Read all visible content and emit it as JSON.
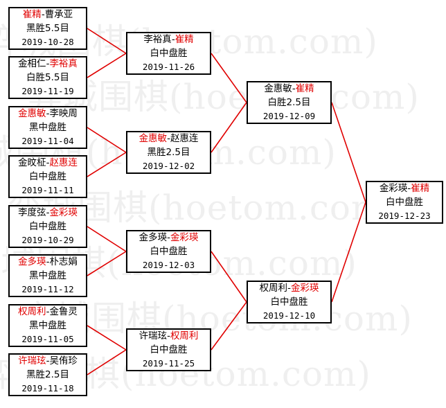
{
  "watermark": [
    "弈城围棋(hoetom.com)",
    "弈城围棋(hoetom.com)",
    "弈城围棋(hoetom.com)",
    "弈城围棋(hoetom.com)",
    "弈城围棋(hoetom.com)",
    "弈城围棋(hoetom.com)",
    "弈城围棋(hoetom.com)"
  ],
  "colors": {
    "winner": "#e00000",
    "connector": "#e00000",
    "border": "#000000"
  },
  "matches": [
    {
      "id": "r1-1",
      "p1": "崔精",
      "p2": "曹承亚",
      "winner": 1,
      "result": "黑胜5.5目",
      "date": "2019-10-28"
    },
    {
      "id": "r1-2",
      "p1": "金相仁",
      "p2": "李裕真",
      "winner": 2,
      "result": "白胜5.5目",
      "date": "2019-11-19"
    },
    {
      "id": "r1-3",
      "p1": "金惠敏",
      "p2": "李映周",
      "winner": 1,
      "result": "黑中盘胜",
      "date": "2019-11-04"
    },
    {
      "id": "r1-4",
      "p1": "金旼柾",
      "p2": "赵惠连",
      "winner": 2,
      "result": "白中盘胜",
      "date": "2019-11-11"
    },
    {
      "id": "r1-5",
      "p1": "李度弦",
      "p2": "金彩瑛",
      "winner": 2,
      "result": "白中盘胜",
      "date": "2019-10-29"
    },
    {
      "id": "r1-6",
      "p1": "金多瑛",
      "p2": "朴志娟",
      "winner": 1,
      "result": "黑中盘胜",
      "date": "2019-11-12"
    },
    {
      "id": "r1-7",
      "p1": "权周利",
      "p2": "金鲁灵",
      "winner": 1,
      "result": "黑中盘胜",
      "date": "2019-11-05"
    },
    {
      "id": "r1-8",
      "p1": "许瑞玹",
      "p2": "吴侑珍",
      "winner": 1,
      "result": "黑胜2.5目",
      "date": "2019-11-18"
    },
    {
      "id": "r2-1",
      "p1": "李裕真",
      "p2": "崔精",
      "winner": 2,
      "result": "白中盘胜",
      "date": "2019-11-26"
    },
    {
      "id": "r2-2",
      "p1": "金惠敏",
      "p2": "赵惠连",
      "winner": 1,
      "result": "黑胜2.5目",
      "date": "2019-12-02"
    },
    {
      "id": "r2-3",
      "p1": "金多瑛",
      "p2": "金彩瑛",
      "winner": 2,
      "result": "白中盘胜",
      "date": "2019-12-03"
    },
    {
      "id": "r2-4",
      "p1": "许瑞玹",
      "p2": "权周利",
      "winner": 2,
      "result": "白中盘胜",
      "date": "2019-11-25"
    },
    {
      "id": "r3-1",
      "p1": "金惠敏",
      "p2": "崔精",
      "winner": 2,
      "result": "白胜2.5目",
      "date": "2019-12-09"
    },
    {
      "id": "r3-2",
      "p1": "权周利",
      "p2": "金彩瑛",
      "winner": 2,
      "result": "白中盘胜",
      "date": "2019-12-10"
    },
    {
      "id": "final",
      "p1": "金彩瑛",
      "p2": "崔精",
      "winner": 2,
      "result": "白中盘胜",
      "date": "2019-12-23"
    }
  ]
}
